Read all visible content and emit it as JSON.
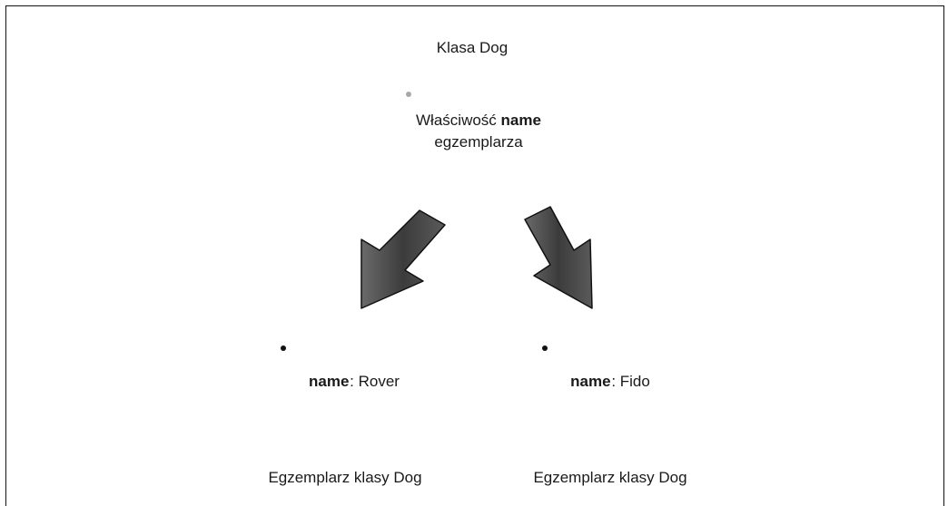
{
  "class_dog": {
    "title": "Klasa Dog",
    "property_prefix": "Właściwość",
    "property_name": "name",
    "property_suffix": "egzemplarza"
  },
  "instances": [
    {
      "name_key": "name",
      "name_value": ": Rover",
      "caption": "Egzemplarz klasy Dog"
    },
    {
      "name_key": "name",
      "name_value": ": Fido",
      "caption": "Egzemplarz klasy Dog"
    }
  ],
  "colors": {
    "class_outline": "#a8a8a8",
    "instance_outline": "#111111",
    "arrow_fill": "#4a4a4a",
    "frame": "#111111"
  }
}
